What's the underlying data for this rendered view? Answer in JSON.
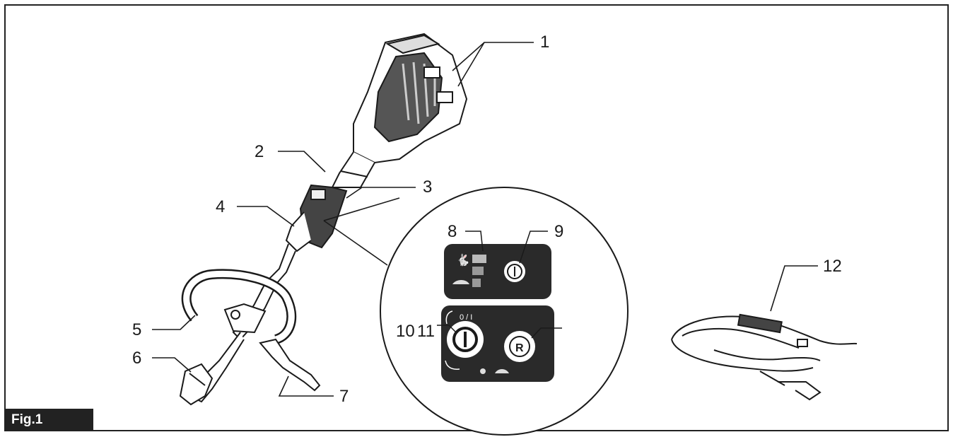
{
  "figure": {
    "label": "Fig.1",
    "callouts": [
      "1",
      "2",
      "3",
      "4",
      "5",
      "6",
      "7",
      "8",
      "9",
      "10",
      "11",
      "12"
    ],
    "panel_text": {
      "switch_marking": "0 / I",
      "reset_letter": "R",
      "power_symbol": "I"
    }
  },
  "colors": {
    "line": "#1a1a1a",
    "panel": "#2a2a2a",
    "frame": "#222222"
  }
}
